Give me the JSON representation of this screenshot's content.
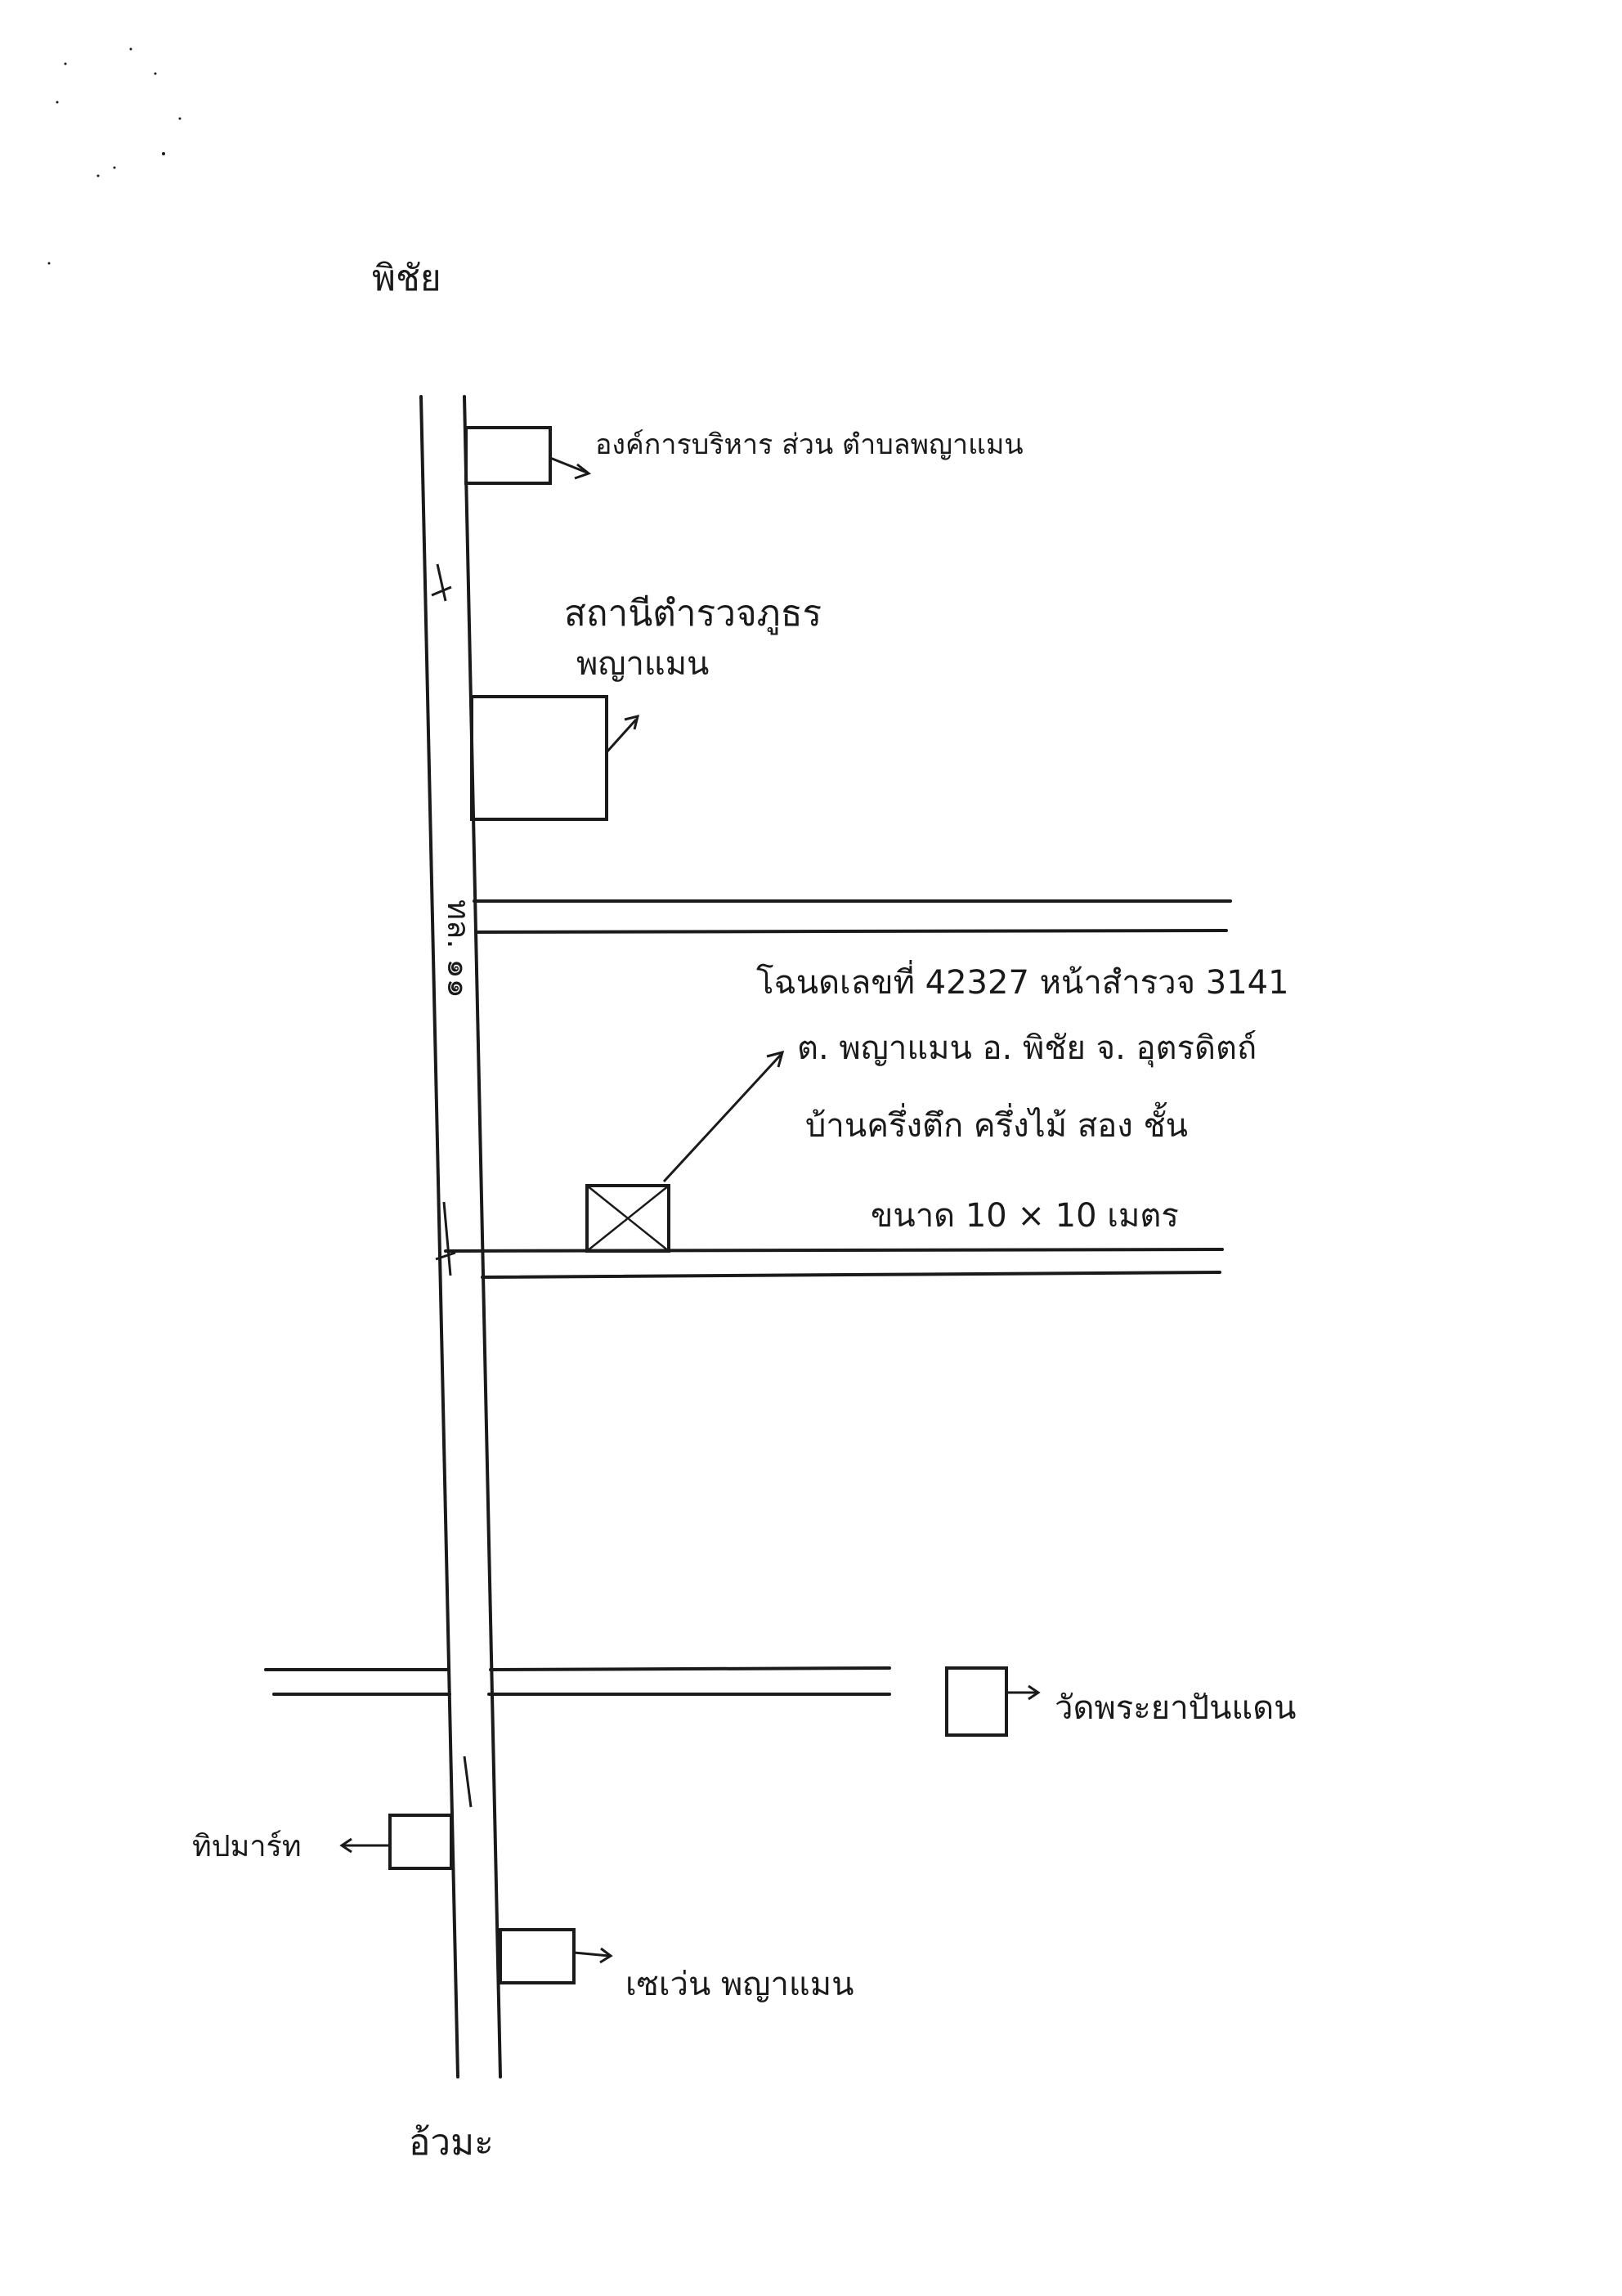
{
  "map": {
    "direction_top": "พิชัย",
    "direction_bottom": "อ้วมะ",
    "road_label_main": "ทล.",
    "road_label_upper": "ทล. ๑๑",
    "landmarks": {
      "sao": "องค์การบริหาร ส่วน ตำบลพญาแมน",
      "police_line1": "สถานีตำรวจภูธร",
      "police_line2": "พญาแมน",
      "temple": "วัดพระยาปันแดน",
      "shop": "ทิปมาร์ท",
      "bank": "เซเว่น พญาแมน"
    },
    "target": {
      "line1": "โฉนดเลขที่ 42327 หน้าสำรวจ 3141",
      "line2": "ต. พญาแมน อ. พิชัย จ. อุตรดิตถ์",
      "line3": "บ้านครึ่งตึก ครึ่งไม้ สอง ชั้น",
      "line4": "ขนาด 10 × 10 เมตร"
    }
  }
}
